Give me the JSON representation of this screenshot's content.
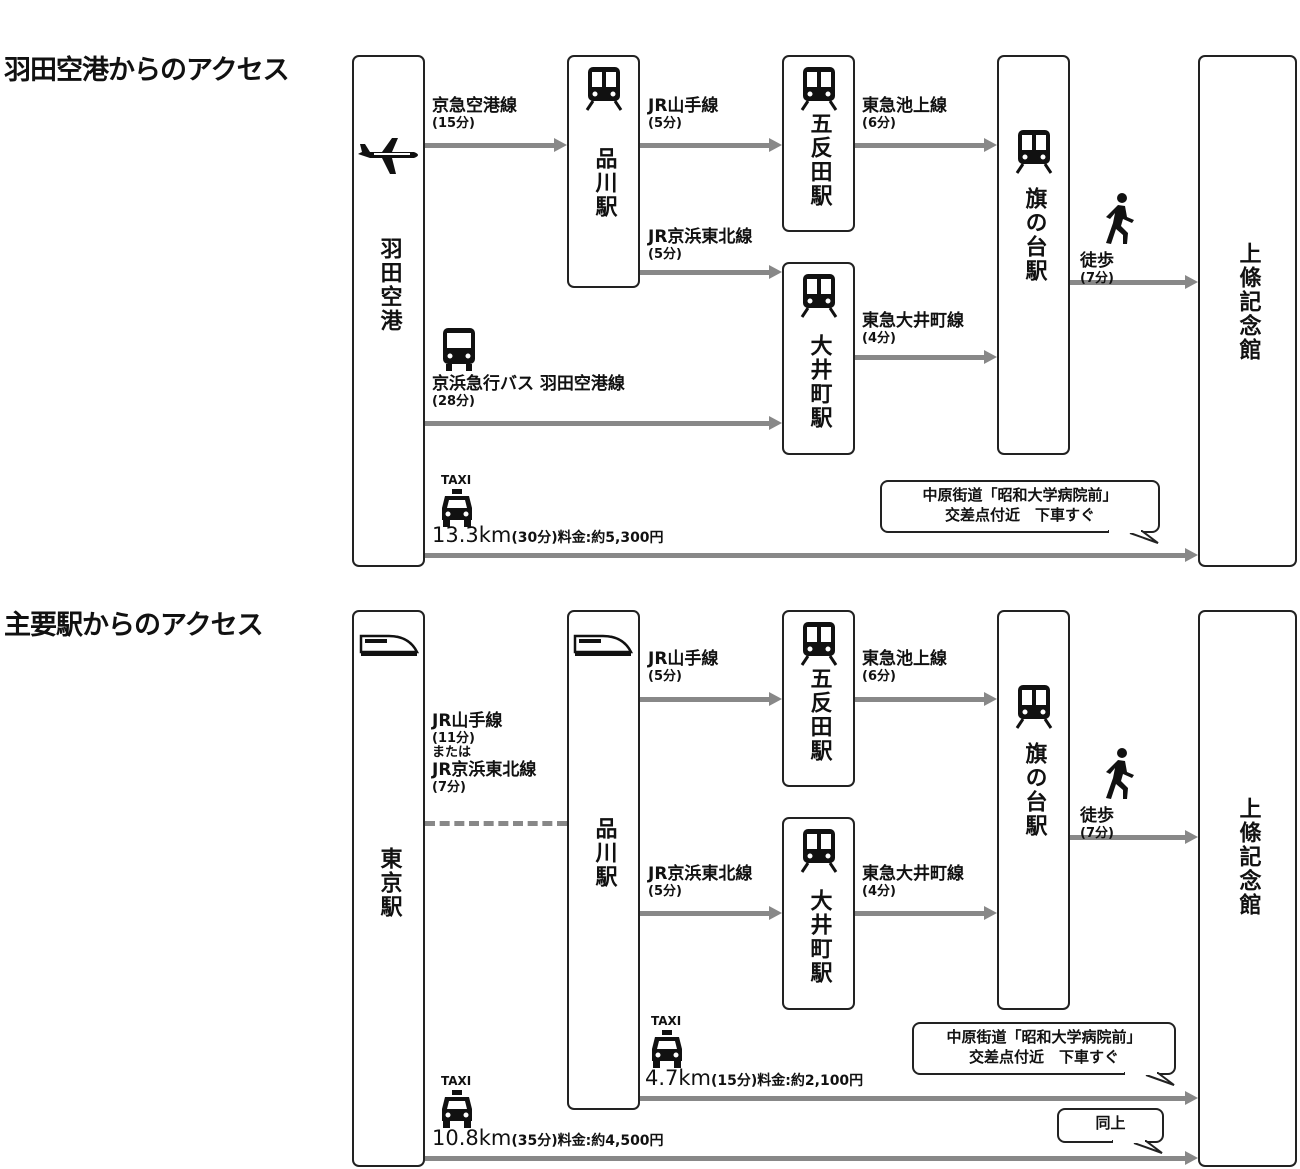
{
  "sections": [
    {
      "title": "羽田空港からのアクセス",
      "stations": {
        "origin": "羽田空港",
        "shinagawa": "品川駅",
        "gotanda": "五反田駅",
        "oimachi": "大井町駅",
        "hatanodai": "旗の台駅",
        "dest": "上條記念館"
      },
      "routes": {
        "keikyu": {
          "name": "京急空港線",
          "time": "(15分)"
        },
        "yamanote": {
          "name": "JR山手線",
          "time": "(5分)"
        },
        "keihin": {
          "name": "JR京浜東北線",
          "time": "(5分)"
        },
        "ikegami": {
          "name": "東急池上線",
          "time": "(6分)"
        },
        "oimachi_line": {
          "name": "東急大井町線",
          "time": "(4分)"
        },
        "bus": {
          "name": "京浜急行バス 羽田空港線",
          "time": "(28分)"
        },
        "walk": {
          "name": "徒歩",
          "time": "(7分)"
        }
      },
      "taxis": [
        {
          "label": "TAXI",
          "km": "13.3km",
          "detail": "(30分)料金:約5,300円"
        }
      ],
      "bubbles": [
        {
          "line1": "中原街道「昭和大学病院前」",
          "line2": "交差点付近　下車すぐ"
        }
      ]
    },
    {
      "title": "主要駅からのアクセス",
      "stations": {
        "origin": "東京駅",
        "shinagawa": "品川駅",
        "gotanda": "五反田駅",
        "oimachi": "大井町駅",
        "hatanodai": "旗の台駅",
        "dest": "上條記念館"
      },
      "routes": {
        "tokyo_shinagawa": {
          "name": "JR山手線",
          "time": "(11分)",
          "or": "または",
          "name2": "JR京浜東北線",
          "time2": "(7分)"
        },
        "yamanote": {
          "name": "JR山手線",
          "time": "(5分)"
        },
        "keihin": {
          "name": "JR京浜東北線",
          "time": "(5分)"
        },
        "ikegami": {
          "name": "東急池上線",
          "time": "(6分)"
        },
        "oimachi_line": {
          "name": "東急大井町線",
          "time": "(4分)"
        },
        "walk": {
          "name": "徒歩",
          "time": "(7分)"
        }
      },
      "taxis": [
        {
          "label": "TAXI",
          "km": "4.7km",
          "detail": "(15分)料金:約2,100円"
        },
        {
          "label": "TAXI",
          "km": "10.8km",
          "detail": "(35分)料金:約4,500円"
        }
      ],
      "bubbles": [
        {
          "line1": "中原街道「昭和大学病院前」",
          "line2": "交差点付近　下車すぐ"
        },
        {
          "line1": "同上"
        }
      ]
    }
  ],
  "colors": {
    "arrow": "#888888",
    "border": "#222222"
  }
}
